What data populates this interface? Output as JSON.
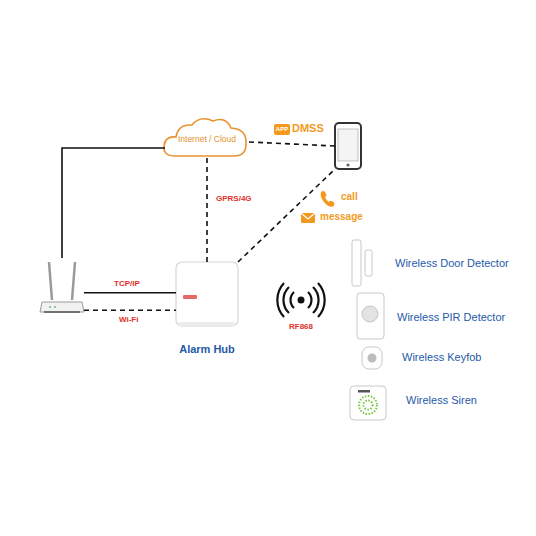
{
  "diagram": {
    "nodes": [
      {
        "text": [
          "Internet / Cloud"
        ]
      },
      {
        "text": [
          "APP",
          "DMSS"
        ]
      },
      {
        "text": []
      },
      {
        "text": [
          "Alarm Hub"
        ]
      },
      {
        "text": [
          "RF868"
        ]
      },
      {
        "text": [
          "Wireless Door Detector"
        ]
      },
      {
        "text": [
          "Wireless PIR Detector"
        ]
      },
      {
        "text": [
          "Wireless Keyfob"
        ]
      },
      {
        "text": [
          "Wireless Siren"
        ]
      }
    ],
    "edges": [
      {
        "from": 0,
        "to": 2,
        "arrow": "none"
      },
      {
        "from": 0,
        "to": 1,
        "arrow": "none"
      },
      {
        "from": 3,
        "to": 0,
        "label": "GPRS/4G",
        "arrow": "none"
      },
      {
        "from": 3,
        "to": 1,
        "arrow": "none"
      },
      {
        "from": 2,
        "to": 3,
        "label": "TCP/IP",
        "arrow": "none"
      },
      {
        "from": 2,
        "to": 3,
        "label": "Wi-Fi",
        "arrow": "none"
      }
    ],
    "labels": [
      "call",
      "message"
    ]
  }
}
